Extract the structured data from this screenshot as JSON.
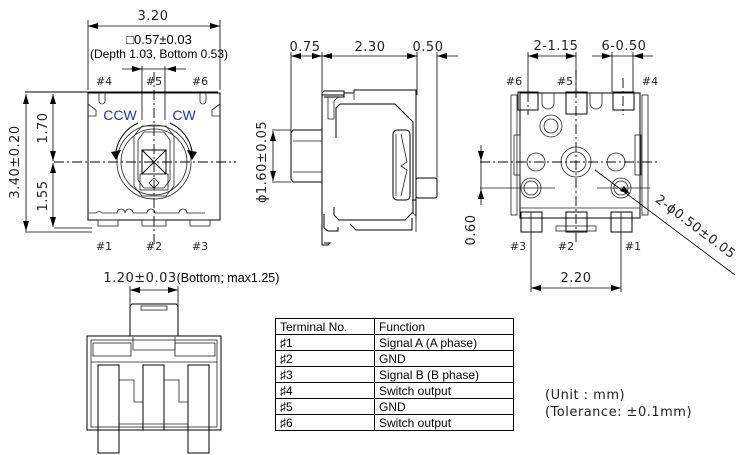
{
  "drawing": {
    "top_view": {
      "width_dim": "3.20",
      "shaft_square": "□0.57±0.03",
      "shaft_note": "(Depth 1.03, Bottom 0.53)",
      "height_dim": "3.40±0.20",
      "upper_dim": "1.70",
      "lower_dim": "1.55",
      "rotation_ccw": "CCW",
      "rotation_cw": "CW",
      "terminals_top": [
        "#4",
        "#5",
        "#6"
      ],
      "terminals_bottom": [
        "#1",
        "#2",
        "#3"
      ]
    },
    "side_view": {
      "dim_a": "0.75",
      "dim_b": "2.30",
      "dim_c": "0.50",
      "diameter_dim": "ϕ1.60±0.05"
    },
    "bottom_view": {
      "pitch_dim": "2-1.15",
      "pad_dim": "6-0.50",
      "terminals_top": [
        "#6",
        "#5",
        "#4"
      ],
      "terminals_bottom": [
        "#3",
        "#2",
        "#1"
      ],
      "height_dim": "0.60",
      "hole_dim": "2-ϕ0.50±0.05",
      "span_dim": "2.20"
    },
    "front_view": {
      "shaft_width_dim": "1.20±0.03",
      "shaft_note": "(Bottom; max1.25)"
    }
  },
  "terminal_table": {
    "headers": [
      "Terminal No.",
      "Function"
    ],
    "rows": [
      {
        "terminal": "♯1",
        "function": "Signal A (A phase)"
      },
      {
        "terminal": "♯2",
        "function": "GND"
      },
      {
        "terminal": "♯3",
        "function": "Signal B (B phase)"
      },
      {
        "terminal": "♯4",
        "function": "Switch output"
      },
      {
        "terminal": "♯5",
        "function": "GND"
      },
      {
        "terminal": "♯6",
        "function": "Switch output"
      }
    ]
  },
  "notes": {
    "unit": "(Unit : mm)",
    "tolerance": "(Tolerance: ±0.1mm)"
  },
  "colors": {
    "line": "#000000",
    "rotation_label": "#1f3d99",
    "background": "#ffffff"
  }
}
